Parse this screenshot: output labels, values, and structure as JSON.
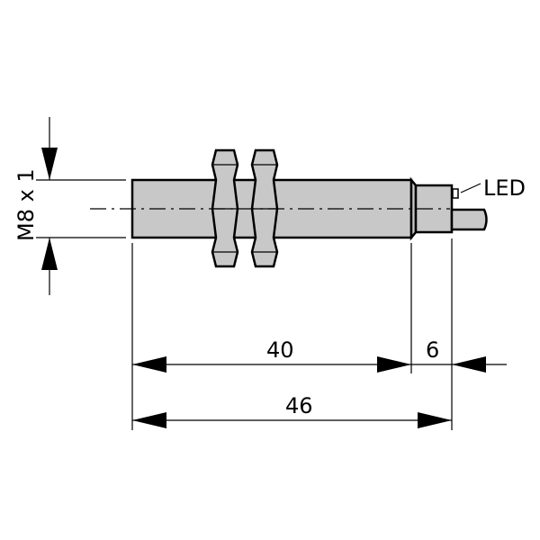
{
  "labels": {
    "thread": "M8 x 1",
    "led": "LED",
    "dim_body": "40",
    "dim_cable": "6",
    "dim_total": "46"
  },
  "colors": {
    "metal": "#c8c8c8",
    "line": "#000000",
    "background": "#ffffff"
  }
}
